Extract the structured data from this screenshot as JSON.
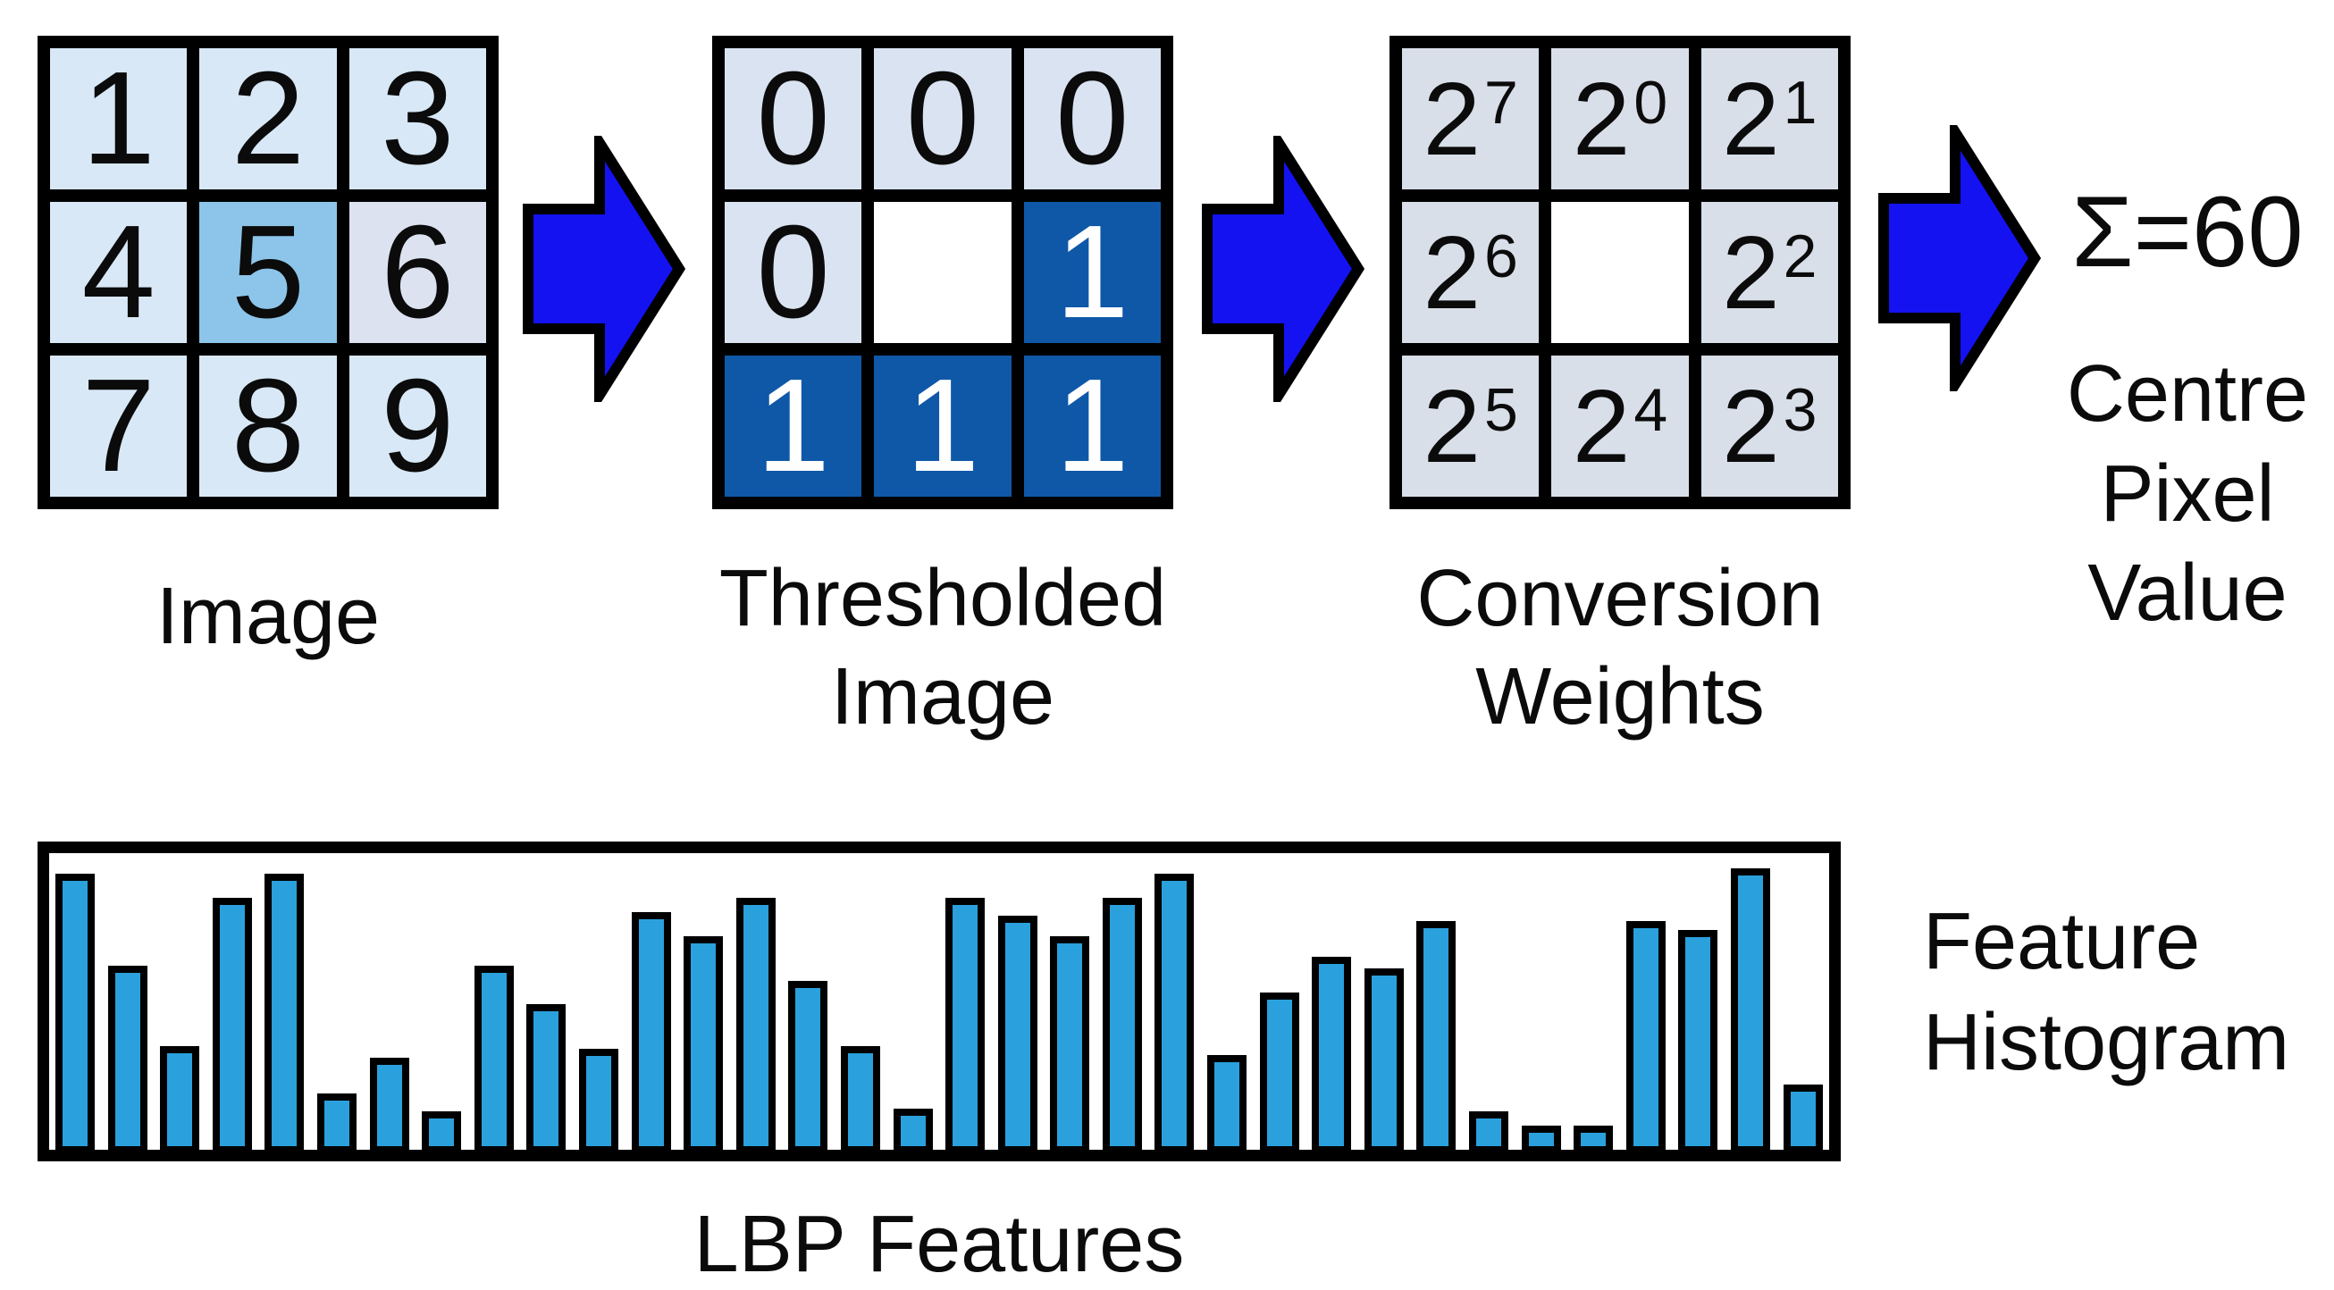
{
  "colors": {
    "lightBlue": "#d8e8f6",
    "midBlue": "#8cc5e9",
    "lavender": "#dce2f0",
    "lightBlue2": "#dae3f1",
    "darkBlue": "#0f58a8",
    "grayBlue": "#d9dfe9",
    "white": "#ffffff",
    "bar": "#2aa0dc",
    "arrow": "#1412f0",
    "ink": "#0b0b0b"
  },
  "grids": {
    "image": {
      "label": "Image",
      "cells": [
        {
          "text": "1",
          "bg": "lightBlue"
        },
        {
          "text": "2",
          "bg": "lightBlue"
        },
        {
          "text": "3",
          "bg": "lightBlue"
        },
        {
          "text": "4",
          "bg": "lightBlue"
        },
        {
          "text": "5",
          "bg": "midBlue"
        },
        {
          "text": "6",
          "bg": "lavender"
        },
        {
          "text": "7",
          "bg": "lightBlue"
        },
        {
          "text": "8",
          "bg": "lightBlue"
        },
        {
          "text": "9",
          "bg": "lightBlue"
        }
      ]
    },
    "thresholded": {
      "label_lines": [
        "Thresholded",
        "Image"
      ],
      "cells": [
        {
          "text": "0",
          "bg": "lightBlue2"
        },
        {
          "text": "0",
          "bg": "lightBlue2"
        },
        {
          "text": "0",
          "bg": "lightBlue2"
        },
        {
          "text": "0",
          "bg": "lightBlue2"
        },
        {
          "text": "",
          "bg": "white"
        },
        {
          "text": "1",
          "bg": "darkBlue",
          "fg": "white"
        },
        {
          "text": "1",
          "bg": "darkBlue",
          "fg": "white"
        },
        {
          "text": "1",
          "bg": "darkBlue",
          "fg": "white"
        },
        {
          "text": "1",
          "bg": "darkBlue",
          "fg": "white"
        }
      ]
    },
    "weights": {
      "label_lines": [
        "Conversion",
        "Weights"
      ],
      "cells": [
        {
          "base": "2",
          "exp": "7",
          "bg": "grayBlue"
        },
        {
          "base": "2",
          "exp": "0",
          "bg": "grayBlue"
        },
        {
          "base": "2",
          "exp": "1",
          "bg": "grayBlue"
        },
        {
          "base": "2",
          "exp": "6",
          "bg": "grayBlue"
        },
        {
          "text": "",
          "bg": "white"
        },
        {
          "base": "2",
          "exp": "2",
          "bg": "grayBlue"
        },
        {
          "base": "2",
          "exp": "5",
          "bg": "grayBlue"
        },
        {
          "base": "2",
          "exp": "4",
          "bg": "grayBlue"
        },
        {
          "base": "2",
          "exp": "3",
          "bg": "grayBlue"
        }
      ]
    }
  },
  "result": {
    "sum_text": "Σ=60",
    "caption_lines": [
      "Centre",
      "Pixel",
      "Value"
    ]
  },
  "histogram": {
    "side_label_lines": [
      "Feature",
      "Histogram"
    ]
  },
  "chart_data": {
    "type": "bar",
    "title": "LBP Features",
    "xlabel": "",
    "ylabel": "",
    "bins": 34,
    "ylim": [
      0,
      1
    ],
    "grid": false,
    "legend": false,
    "values": [
      0.93,
      0.62,
      0.35,
      0.85,
      0.93,
      0.19,
      0.31,
      0.13,
      0.62,
      0.49,
      0.34,
      0.8,
      0.72,
      0.85,
      0.57,
      0.35,
      0.14,
      0.85,
      0.79,
      0.72,
      0.85,
      0.93,
      0.32,
      0.53,
      0.65,
      0.61,
      0.77,
      0.13,
      0.08,
      0.08,
      0.77,
      0.74,
      0.95,
      0.22
    ]
  }
}
